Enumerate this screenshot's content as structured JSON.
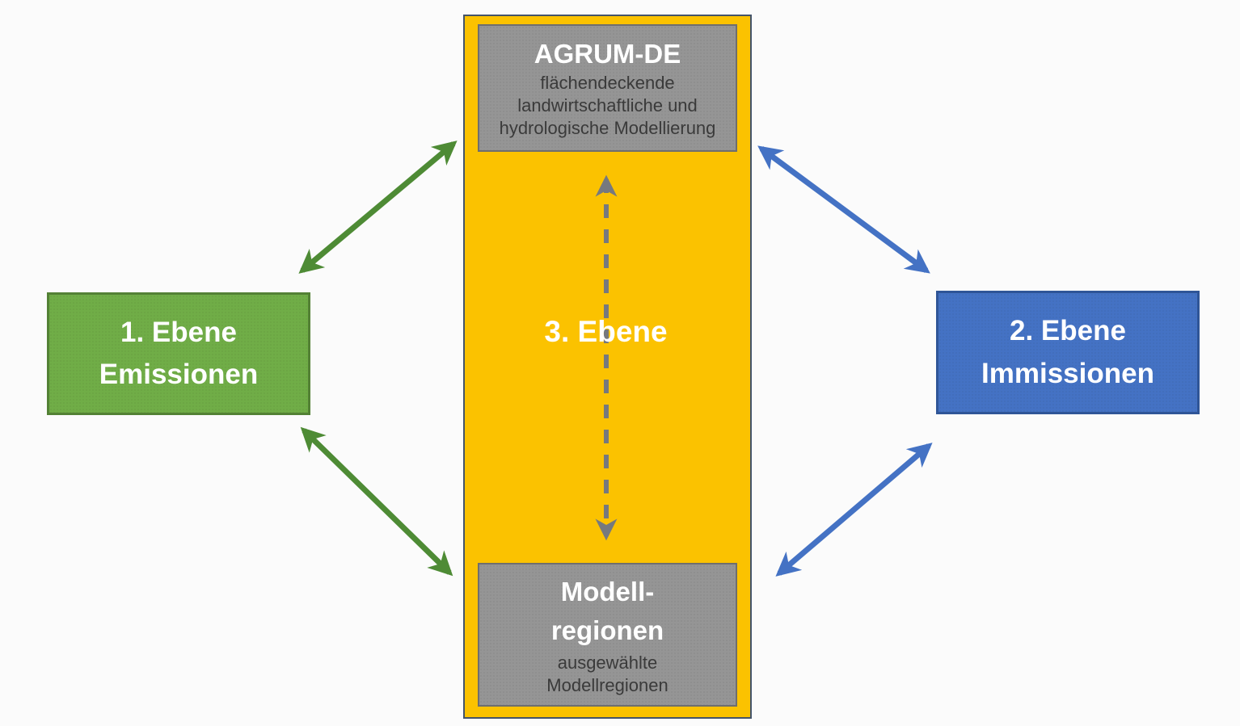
{
  "diagram": {
    "description": "AGRUM-DE three-level model structure diagram",
    "background_color": "#fbfbfb",
    "center_panel": {
      "label": "3. Ebene",
      "fill": "#fbc200",
      "border_color": "#44546a",
      "top_box": {
        "title": "AGRUM-DE",
        "subtitle_line1": "flächendeckende",
        "subtitle_line2": "landwirtschaftliche und",
        "subtitle_line3": "hydrologische Modellierung",
        "fill": "#959595",
        "border_color": "#6e6e6e",
        "title_color": "#ffffff",
        "subtitle_color": "#3a3a3a"
      },
      "bottom_box": {
        "title_line1": "Modell-",
        "title_line2": "regionen",
        "subtitle_line1": "ausgewählte",
        "subtitle_line2": "Modellregionen",
        "fill": "#959595",
        "border_color": "#6e6e6e",
        "title_color": "#ffffff",
        "subtitle_color": "#3a3a3a"
      },
      "dashed_arrow": {
        "color": "#76797e",
        "style": "dashed",
        "direction": "bidirectional-vertical"
      }
    },
    "left_box": {
      "title_line1": "1. Ebene",
      "title_line2": "Emissionen",
      "fill": "#70ad47",
      "border_color": "#538135",
      "text_color": "#ffffff"
    },
    "right_box": {
      "title_line1": "2. Ebene",
      "title_line2": "Immissionen",
      "fill": "#4472c4",
      "border_color": "#2f5597",
      "text_color": "#ffffff"
    },
    "connector_arrows": {
      "green_color": "#4e8b35",
      "blue_color": "#4472c4",
      "type": "bidirectional-diagonal"
    }
  }
}
